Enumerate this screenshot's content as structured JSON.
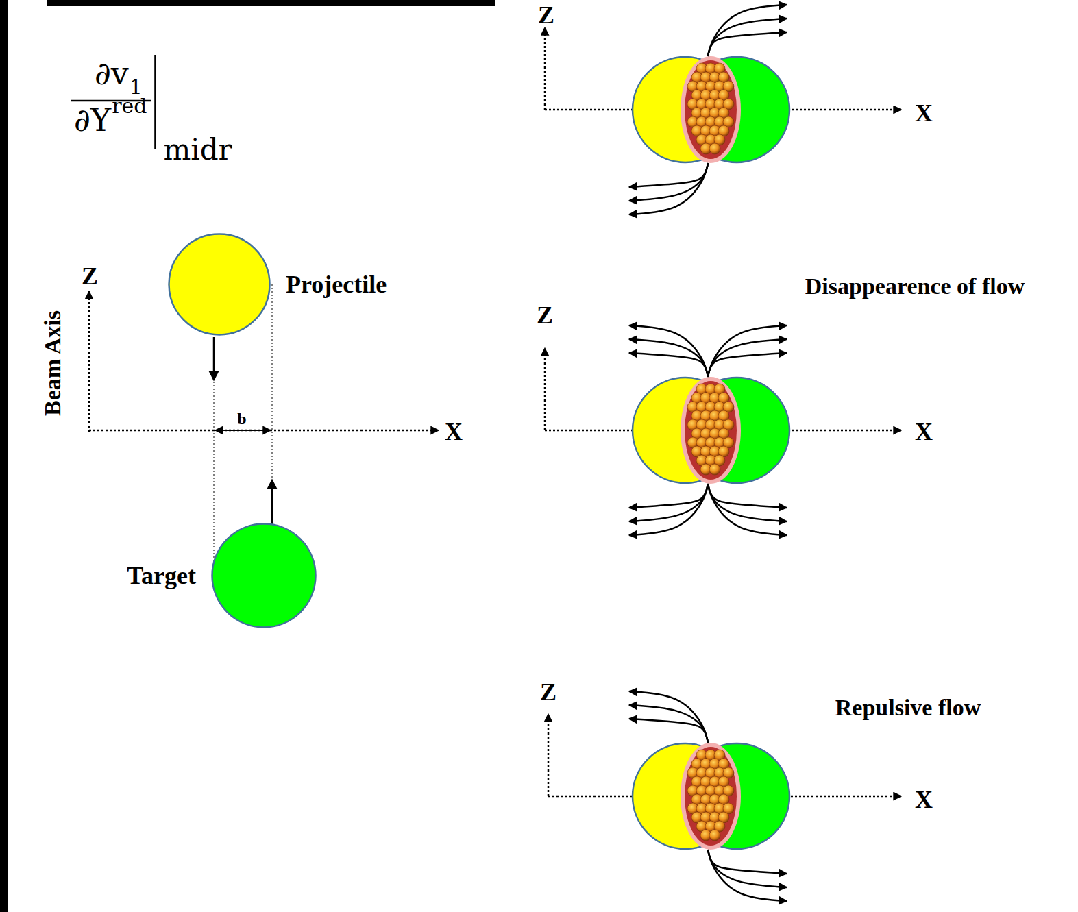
{
  "diagram": {
    "nodes": [
      {
        "text": [
          "Projectile"
        ]
      },
      {
        "text": [
          "Target"
        ]
      }
    ],
    "labels": [
      "∂v",
      "1",
      "∂Y",
      "red",
      "midr",
      "Z",
      "Beam Axis",
      "X",
      "b",
      "Z",
      "X",
      "Disappearence of flow",
      "Z",
      "X",
      "Repulsive flow",
      "Z",
      "X"
    ]
  }
}
